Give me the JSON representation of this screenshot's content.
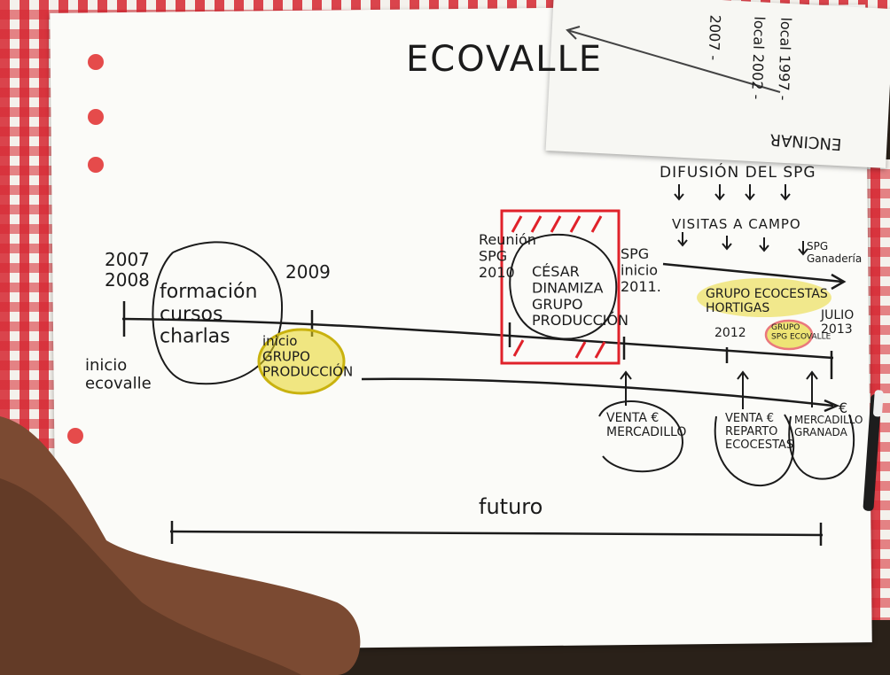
{
  "photo": {
    "title": "ECOVALLE",
    "top_right_note_lines": [
      "2007 -",
      "local 2002 -",
      "local 1997 -",
      "ENCINAR"
    ],
    "timeline_early": {
      "years_left": "2007\n2008",
      "formacion": "formación\ncursos\ncharlas",
      "inicio_ecovalle": "inicio\necovalle",
      "year_2009": "2009",
      "inicio_grupo_produccion": "inicio\nGRUPO\nPRODUCCIÓN"
    },
    "timeline_middle": {
      "reunion_spg_2010": "Reunión\nSPG\n2010",
      "cesar": "CÉSAR\nDINAMIZA\nGRUPO\nPRODUCCIÓN",
      "spg_inicio_2011": "SPG\ninicio\n2011."
    },
    "timeline_right": {
      "difusion": "DIFUSIÓN DEL SPG",
      "visitas": "VISITAS A CAMPO",
      "spg_ganaderia": "SPG\nGanadería",
      "grupo_ecocestas": "GRUPO ECOCESTAS\nHORTIGAS",
      "year_2012": "2012",
      "grupo_spg_ecovalle": "GRUPO\nSPG ECOVALLE",
      "julio_2013": "JULIO\n2013"
    },
    "sales": {
      "venta_mercadillo": "VENTA €\nMERCADILLO",
      "venta_reparto": "VENTA €\nREPARTO\nECOCESTAS",
      "mercadillo_granada": "MERCADILLO\nGRANADA",
      "euro_end": "€"
    },
    "futuro": "futuro",
    "colors": {
      "ink": "#1b1b1b",
      "highlight_yellow": "#e7d51f",
      "marker_red": "#e0222a",
      "tablecloth_red": "#d62630",
      "paper": "#fbfbf8"
    }
  }
}
